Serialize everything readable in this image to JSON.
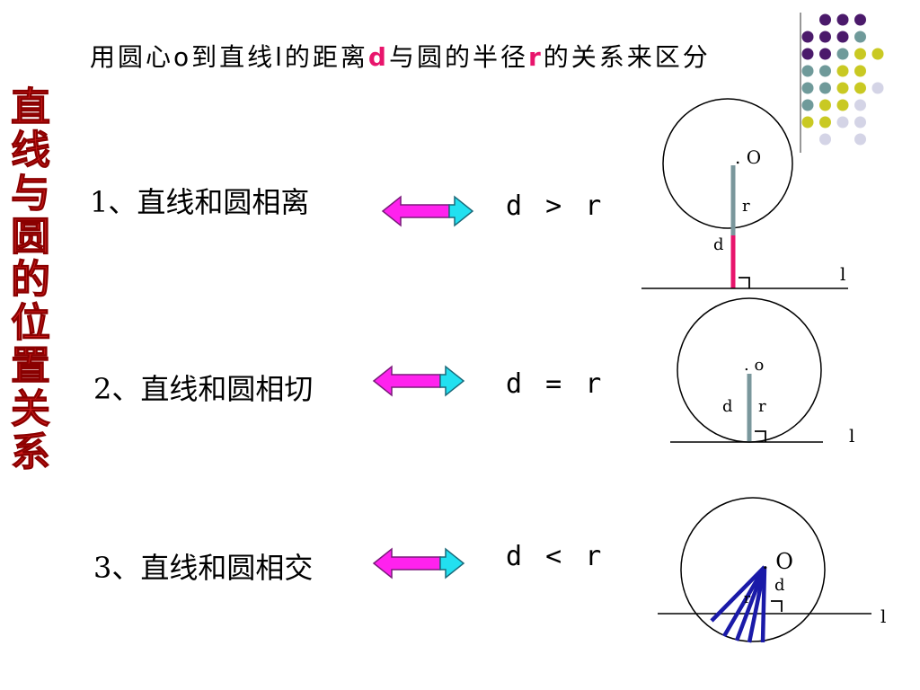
{
  "header": {
    "part1": "用圆心o到直线l的距离",
    "d": "d",
    "part2": "与圆的半径",
    "r": "r",
    "part3": "的关系来区分"
  },
  "side_title": [
    "直",
    "线",
    "与",
    "圆",
    "的",
    "位",
    "置",
    "关",
    "系"
  ],
  "cases": [
    {
      "label": "1、直线和圆相离",
      "relation": "d > r"
    },
    {
      "label": "2、直线和圆相切",
      "relation": "d = r"
    },
    {
      "label": "3、直线和圆相交",
      "relation": "d < r"
    }
  ],
  "figures": {
    "separate": {
      "center": ". O",
      "r": "r",
      "d": "d",
      "line": "l"
    },
    "tangent": {
      "center": ". o",
      "d": "d",
      "r": "r",
      "line": "l"
    },
    "intersect": {
      "center": ". O",
      "d": "d",
      "r": "r",
      "line": "l"
    }
  },
  "colors": {
    "title_red": "#d01d1d",
    "highlight": "#e8156c",
    "arrow_magenta": "#ff22ee",
    "arrow_cyan": "#22e0f0",
    "radius_gray": "#7a979c",
    "distance_pink": "#e8156c",
    "chord_blue": "#1a1aa8",
    "dot_purple": "#4b1a6b",
    "dot_teal": "#6f9a9a",
    "dot_olive": "#c9c923",
    "dot_lavender": "#d4d4e6"
  }
}
